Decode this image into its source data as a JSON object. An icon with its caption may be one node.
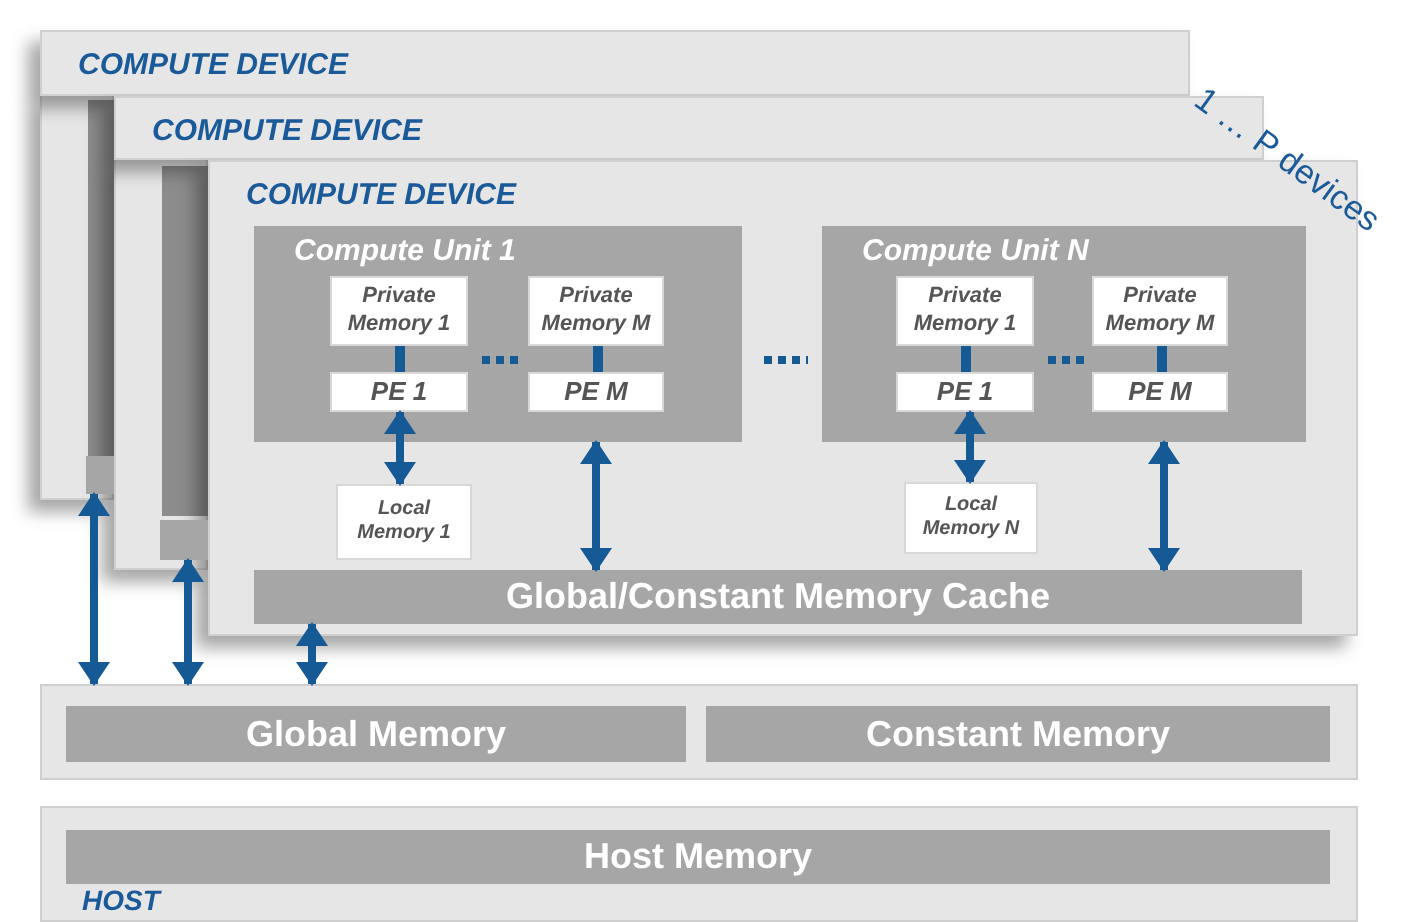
{
  "diagram": {
    "nodes": [
      {
        "text": [
          "COMPUTE DEVICE"
        ]
      },
      {
        "text": [
          "COMPUTE DEVICE"
        ]
      },
      {
        "text": [
          "COMPUTE DEVICE"
        ]
      },
      {
        "text": [
          "Compute Unit 1"
        ],
        "in": 2
      },
      {
        "text": [
          "Private Memory 1"
        ],
        "in": 3
      },
      {
        "text": [
          "Private Memory M"
        ],
        "in": 3
      },
      {
        "text": [
          "PE 1"
        ],
        "in": 3
      },
      {
        "text": [
          "PE M"
        ],
        "in": 3
      },
      {
        "text": [
          "Compute Unit N"
        ],
        "in": 2
      },
      {
        "text": [
          "Private Memory 1"
        ],
        "in": 8
      },
      {
        "text": [
          "Private Memory M"
        ],
        "in": 8
      },
      {
        "text": [
          "PE 1"
        ],
        "in": 8
      },
      {
        "text": [
          "PE M"
        ],
        "in": 8
      },
      {
        "text": [
          "Local Memory 1"
        ],
        "in": 2
      },
      {
        "text": [
          "Local Memory N"
        ],
        "in": 2
      },
      {
        "text": [
          "Global/Constant Memory Cache"
        ],
        "in": 2
      },
      {
        "text": [],
        "shape": "box"
      },
      {
        "text": [
          "Global Memory"
        ],
        "in": 16
      },
      {
        "text": [
          "Constant Memory"
        ],
        "in": 16
      },
      {
        "text": [
          "HOST"
        ]
      },
      {
        "text": [
          "Host Memory"
        ],
        "in": 19
      },
      {
        "text": [],
        "shape": "bar"
      },
      {
        "text": [],
        "shape": "bar"
      }
    ],
    "edges": [
      {
        "from": 4,
        "to": 6,
        "arrow": "none"
      },
      {
        "from": 5,
        "to": 7,
        "arrow": "none"
      },
      {
        "from": 9,
        "to": 11,
        "arrow": "none"
      },
      {
        "from": 10,
        "to": 12,
        "arrow": "none"
      },
      {
        "from": 6,
        "to": 13,
        "arrow": "both"
      },
      {
        "from": 3,
        "to": 15,
        "arrow": "both"
      },
      {
        "from": 11,
        "to": 14,
        "arrow": "both"
      },
      {
        "from": 8,
        "to": 15,
        "arrow": "both"
      },
      {
        "from": 21,
        "to": 16,
        "arrow": "both"
      },
      {
        "from": 22,
        "to": 16,
        "arrow": "both"
      },
      {
        "from": 15,
        "to": 16,
        "arrow": "both"
      }
    ],
    "labels": [
      "1 … P devices"
    ]
  }
}
